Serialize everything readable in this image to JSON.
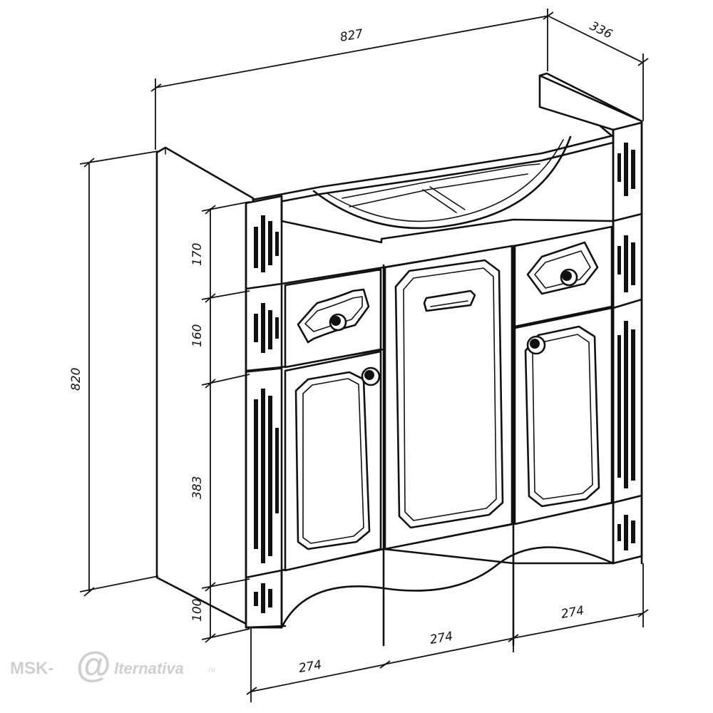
{
  "dimensions": {
    "total_width": "827",
    "depth": "336",
    "total_height": "820",
    "drawer_top_height": "170",
    "drawer_height": "160",
    "door_height": "383",
    "plinth_height": "100",
    "bottom_left_width": "274",
    "bottom_middle_width": "274",
    "bottom_right_width": "274"
  },
  "logo": {
    "prefix": "MSK-",
    "at_sign": "@",
    "suffix": "lternativa",
    "domain": ".ru"
  }
}
